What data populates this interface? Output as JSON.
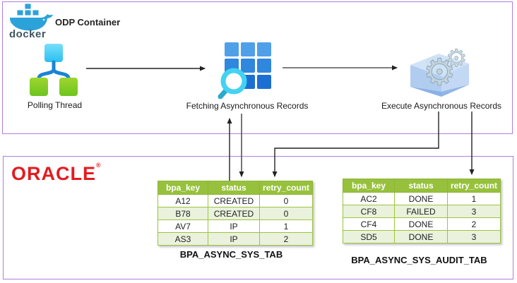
{
  "colors": {
    "container_border": "#b07de0",
    "table_header_bg": "#97c13c",
    "table_row_alt_bg": "#eaf2dd",
    "oracle_red": "#e21c21",
    "docker_blue": "#2ba3da",
    "grid_blue": "#2f87de",
    "magnifier_cyan": "#43d2f1",
    "node_green": "#7cc824",
    "arrow_black": "#222222"
  },
  "icons": {
    "docker_logo_icon": "whale-with-containers",
    "polling_thread_icon": "hierarchy-tree-squares",
    "fetching_records_icon": "blue-grid-with-magnifier",
    "execute_records_icon": "3d-box-with-gears"
  },
  "odp_container": {
    "label": "ODP Container",
    "docker_wordmark": "docker",
    "nodes": {
      "polling": {
        "label": "Polling Thread"
      },
      "fetching": {
        "label": "Fetching Asynchronous Records"
      },
      "execute": {
        "label": "Execute Asynchronous Records"
      }
    }
  },
  "oracle_container": {
    "logo": "ORACLE",
    "registered_mark": "®",
    "tables": [
      {
        "caption": "BPA_ASYNC_SYS_TAB",
        "columns": [
          "bpa_key",
          "status",
          "retry_count"
        ],
        "rows": [
          [
            "A12",
            "CREATED",
            "0"
          ],
          [
            "B78",
            "CREATED",
            "0"
          ],
          [
            "AV7",
            "IP",
            "1"
          ],
          [
            "AS3",
            "IP",
            "2"
          ]
        ]
      },
      {
        "caption": "BPA_ASYNC_SYS_AUDIT_TAB",
        "columns": [
          "bpa_key",
          "status",
          "retry_count"
        ],
        "rows": [
          [
            "AC2",
            "DONE",
            "1"
          ],
          [
            "CF8",
            "FAILED",
            "3"
          ],
          [
            "CF4",
            "DONE",
            "2"
          ],
          [
            "SD5",
            "DONE",
            "3"
          ]
        ]
      }
    ]
  }
}
